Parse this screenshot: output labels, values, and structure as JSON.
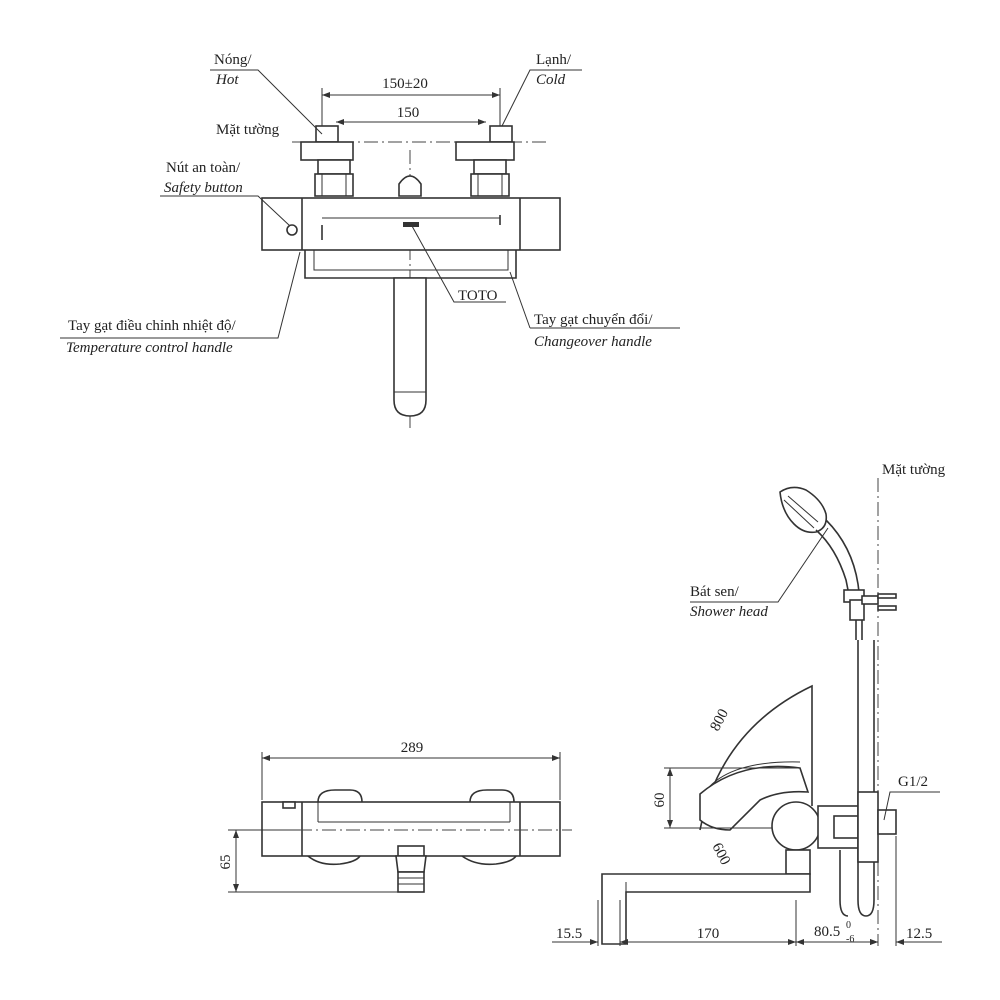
{
  "labels": {
    "hot_vi": "Nóng/",
    "hot_en": "Hot",
    "cold_vi": "Lạnh/",
    "cold_en": "Cold",
    "wall_top": "Mặt tường",
    "safety_vi": "Nút an toàn/",
    "safety_en": "Safety button",
    "brand": "TOTO",
    "temp_vi": "Tay gạt điều chỉnh nhiệt độ/",
    "temp_en": "Temperature control handle",
    "change_vi": "Tay gạt chuyển đổi/",
    "change_en": "Changeover handle",
    "wall_side": "Mặt tường",
    "shower_vi": "Bát sen/",
    "shower_en": "Shower head",
    "thread": "G1/2"
  },
  "dimensions": {
    "inlet_range": "150±20",
    "inlet": "150",
    "width": "289",
    "height_65": "65",
    "angle_800": "800",
    "h60": "60",
    "angle_600": "600",
    "d15_5": "15.5",
    "d170": "170",
    "d80_5": "80.5",
    "d80_5_tol_upper": "0",
    "d80_5_tol_lower": "-6",
    "d12_5": "12.5"
  }
}
